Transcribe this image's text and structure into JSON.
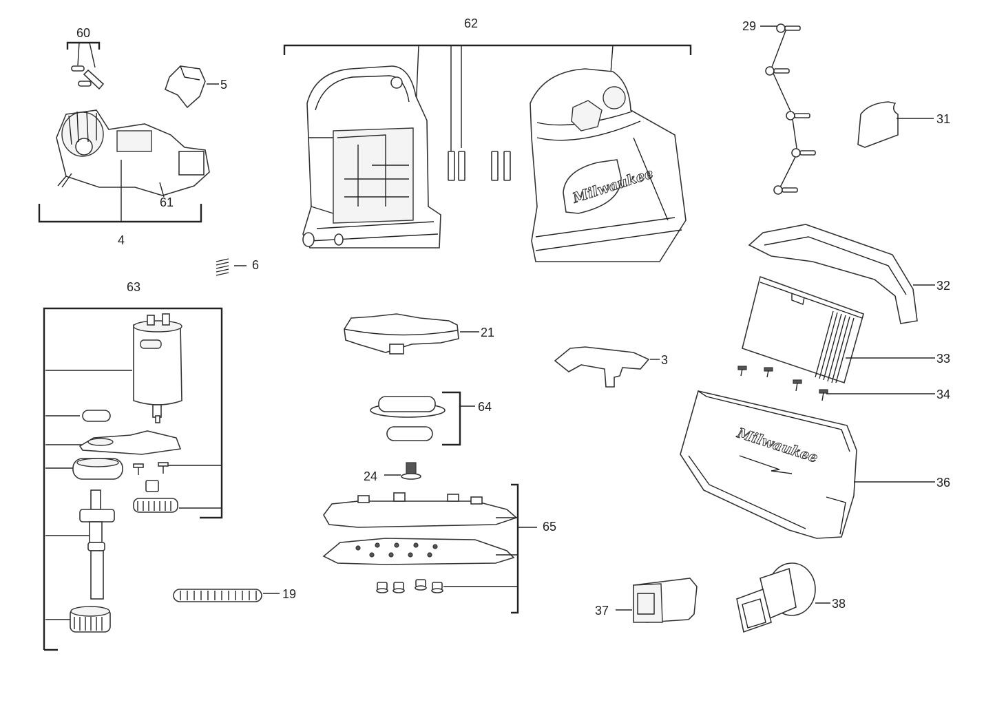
{
  "callouts": {
    "c60": "60",
    "c5": "5",
    "c61": "61",
    "c4": "4",
    "c6": "6",
    "c62": "62",
    "c29": "29",
    "c31": "31",
    "c32": "32",
    "c33": "33",
    "c34": "34",
    "c36": "36",
    "c63": "63",
    "c21": "21",
    "c3": "3",
    "c64": "64",
    "c24": "24",
    "c65": "65",
    "c19": "19",
    "c37": "37",
    "c38": "38"
  },
  "logos": {
    "housing": "Milwaukee",
    "cover": "Milwaukee"
  }
}
